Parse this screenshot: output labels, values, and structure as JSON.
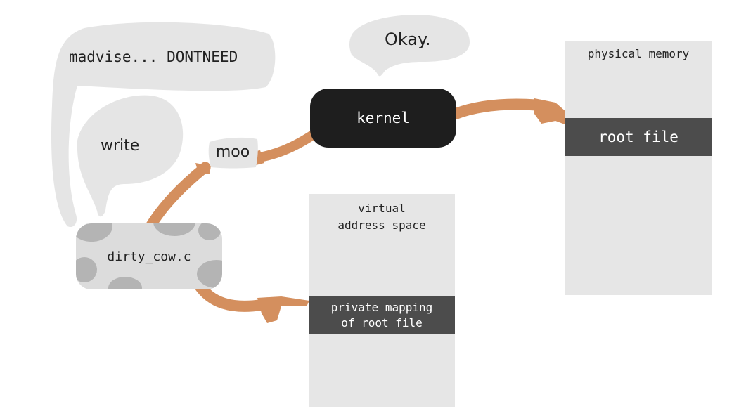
{
  "speech": {
    "madvise": "madvise... DONTNEED",
    "write": "write",
    "okay": "Okay."
  },
  "kernel": {
    "label": "kernel"
  },
  "moo": {
    "label": "moo"
  },
  "program": {
    "label": "dirty_cow.c"
  },
  "physical_memory": {
    "title": "physical memory",
    "file_label": "root_file"
  },
  "virtual_memory": {
    "title_line1": "virtual",
    "title_line2": "address space",
    "mapping_line1": "private mapping",
    "mapping_line2": "of root_file"
  },
  "colors": {
    "bubble": "#e5e5e5",
    "arm": "#d48f5e",
    "kernel": "#1e1e1e",
    "band": "#4c4c4c",
    "column": "#e6e6e6",
    "cow_spot": "#b4b4b4"
  }
}
